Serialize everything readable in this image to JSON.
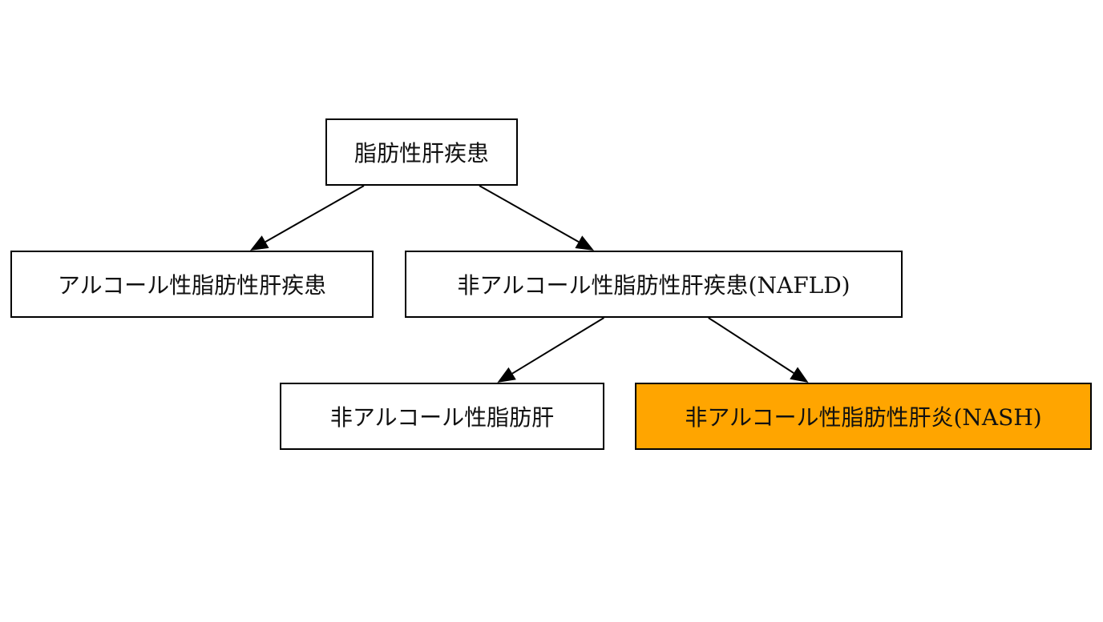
{
  "colors": {
    "highlight_fill": "#FFA500",
    "node_fill": "#FFFFFF",
    "border": "#000000",
    "edge": "#000000"
  },
  "nodes": {
    "root": {
      "label": "脂肪性肝疾患"
    },
    "alcoholic": {
      "label": "アルコール性脂肪性肝疾患"
    },
    "nafld": {
      "label": "非アルコール性脂肪性肝疾患(NAFLD)"
    },
    "nafl": {
      "label": "非アルコール性脂肪肝"
    },
    "nash": {
      "label": "非アルコール性脂肪性肝炎(NASH)",
      "highlighted": true
    }
  },
  "edges": [
    {
      "from": "root",
      "to": "alcoholic"
    },
    {
      "from": "root",
      "to": "nafld"
    },
    {
      "from": "nafld",
      "to": "nafl"
    },
    {
      "from": "nafld",
      "to": "nash"
    }
  ]
}
